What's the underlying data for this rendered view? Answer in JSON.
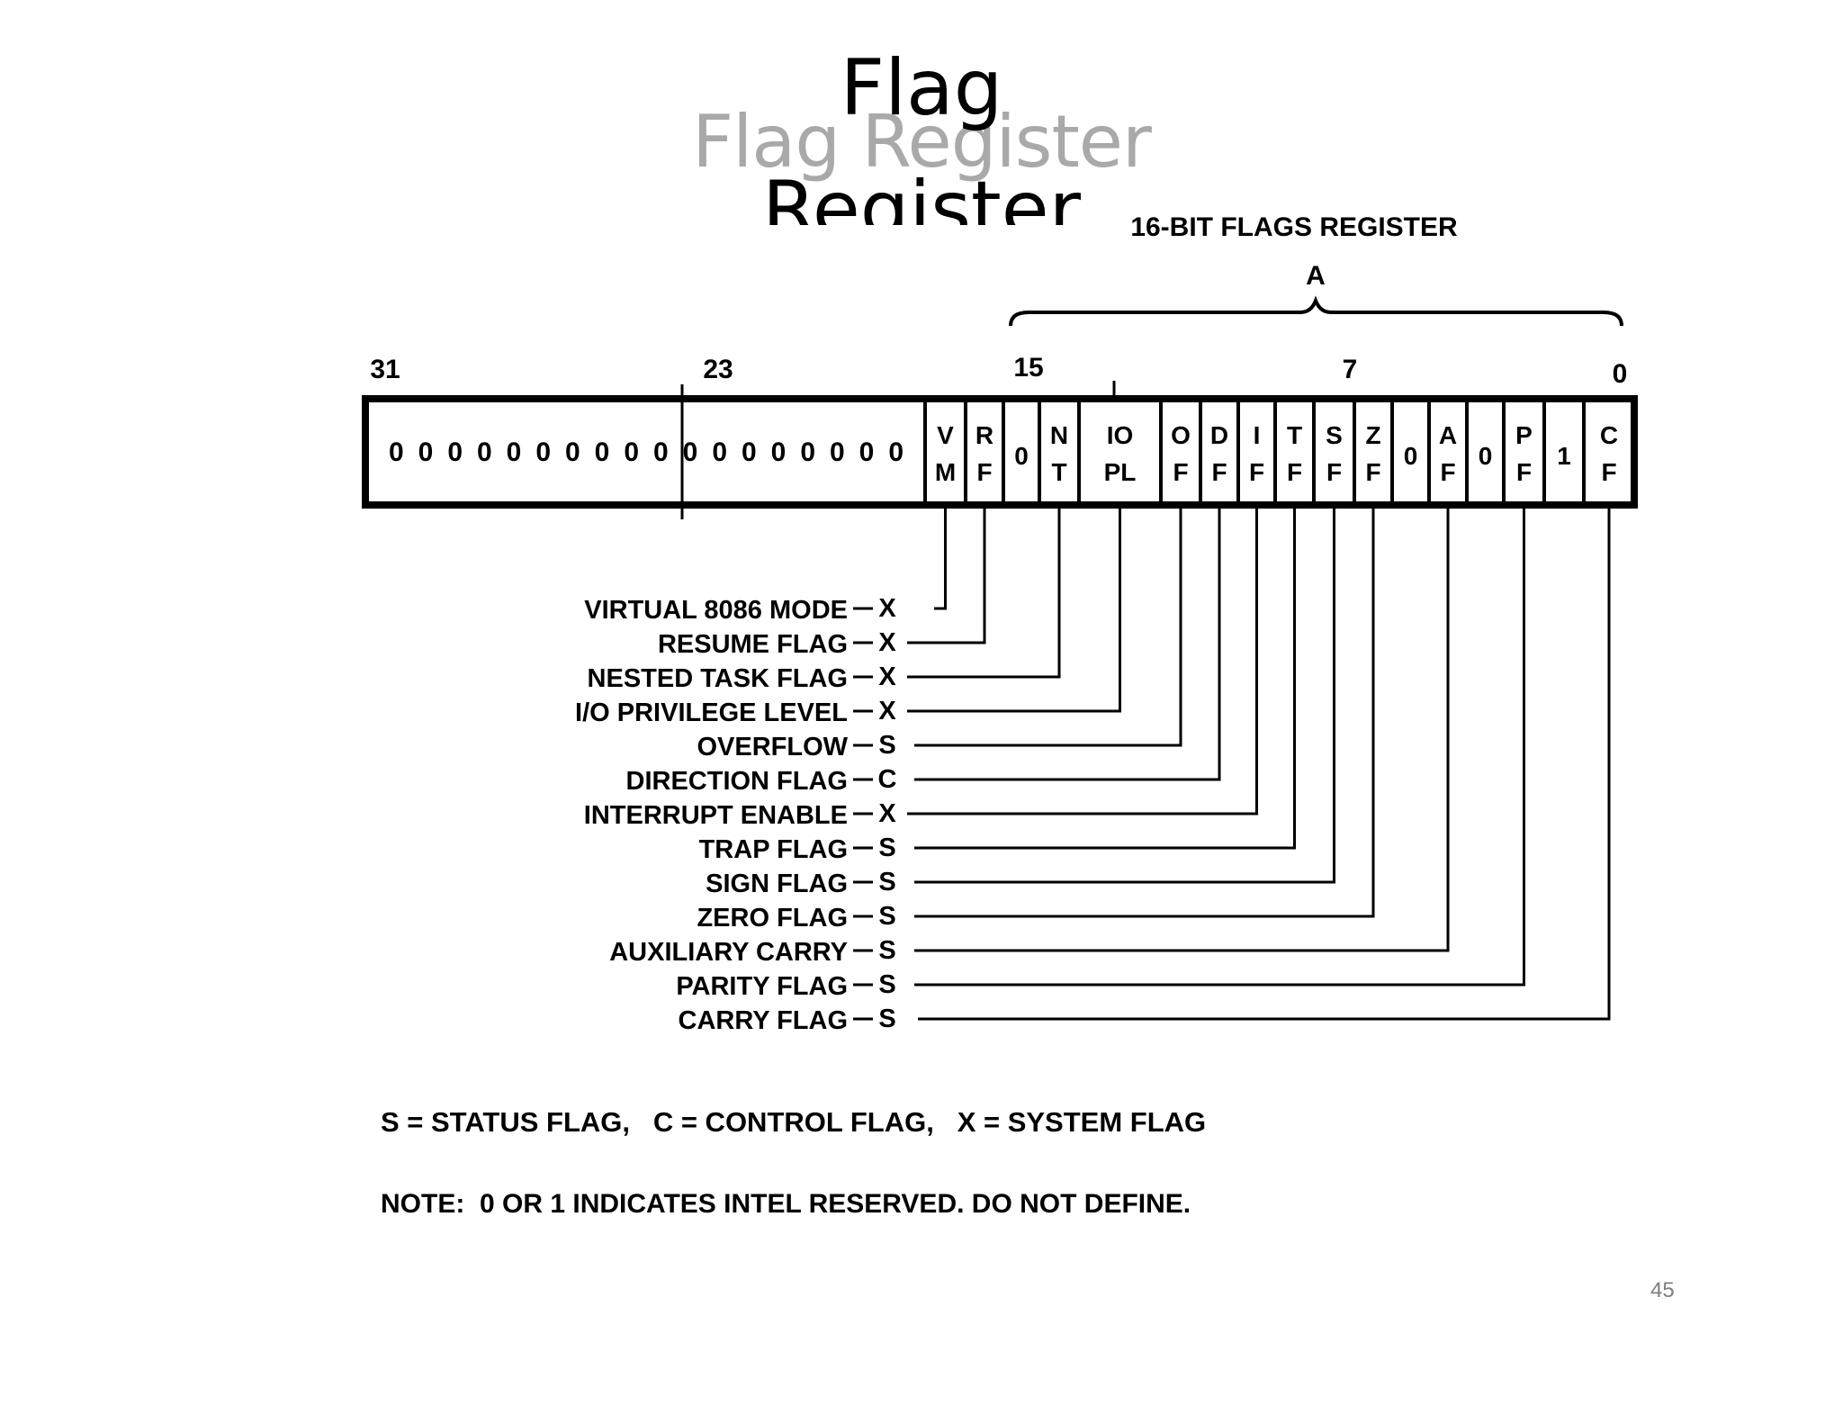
{
  "title_lines": [
    "Flag",
    "Register"
  ],
  "scanned_heading": "Flag Register",
  "diagram": {
    "heading": "16-BIT FLAGS REGISTER",
    "brace_label": "A",
    "bit_numbers": [
      "31",
      "23",
      "15",
      "7",
      "0"
    ],
    "reserved_zeros": "0 0 0 0 0 0 0 0 0 0 0 0 0 0 0 0 0 0",
    "cells": [
      {
        "id": "vm",
        "top": "V",
        "bottom": "M"
      },
      {
        "id": "rf",
        "top": "R",
        "bottom": "F"
      },
      {
        "id": "r15",
        "top": "0",
        "bottom": ""
      },
      {
        "id": "nt",
        "top": "N",
        "bottom": "T"
      },
      {
        "id": "iopl",
        "top": "IO",
        "bottom": "PL"
      },
      {
        "id": "of",
        "top": "O",
        "bottom": "F"
      },
      {
        "id": "df",
        "top": "D",
        "bottom": "F"
      },
      {
        "id": "if",
        "top": "I",
        "bottom": "F"
      },
      {
        "id": "tf",
        "top": "T",
        "bottom": "F"
      },
      {
        "id": "sf",
        "top": "S",
        "bottom": "F"
      },
      {
        "id": "zf",
        "top": "Z",
        "bottom": "F"
      },
      {
        "id": "r5",
        "top": "0",
        "bottom": ""
      },
      {
        "id": "af",
        "top": "A",
        "bottom": "F"
      },
      {
        "id": "r3",
        "top": "0",
        "bottom": ""
      },
      {
        "id": "pf",
        "top": "P",
        "bottom": "F"
      },
      {
        "id": "r1",
        "top": "1",
        "bottom": ""
      },
      {
        "id": "cf",
        "top": "C",
        "bottom": "F"
      }
    ],
    "flags": [
      {
        "cell": "vm",
        "label": "VIRTUAL 8086 MODE",
        "type": "X"
      },
      {
        "cell": "rf",
        "label": "RESUME FLAG",
        "type": "X"
      },
      {
        "cell": "nt",
        "label": "NESTED TASK FLAG",
        "type": "X"
      },
      {
        "cell": "iopl",
        "label": "I/O PRIVILEGE LEVEL",
        "type": "X"
      },
      {
        "cell": "of",
        "label": "OVERFLOW",
        "type": "S"
      },
      {
        "cell": "df",
        "label": "DIRECTION FLAG",
        "type": "C"
      },
      {
        "cell": "if",
        "label": "INTERRUPT ENABLE",
        "type": "X"
      },
      {
        "cell": "tf",
        "label": "TRAP FLAG",
        "type": "S"
      },
      {
        "cell": "sf",
        "label": "SIGN FLAG",
        "type": "S"
      },
      {
        "cell": "zf",
        "label": "ZERO FLAG",
        "type": "S"
      },
      {
        "cell": "af",
        "label": "AUXILIARY CARRY",
        "type": "S"
      },
      {
        "cell": "pf",
        "label": "PARITY FLAG",
        "type": "S"
      },
      {
        "cell": "cf",
        "label": "CARRY FLAG",
        "type": "S"
      }
    ],
    "legend": "S = STATUS FLAG,   C = CONTROL FLAG,   X = SYSTEM FLAG",
    "note": "NOTE:  0 OR 1 INDICATES INTEL RESERVED. DO NOT DEFINE."
  },
  "page_number": "45"
}
